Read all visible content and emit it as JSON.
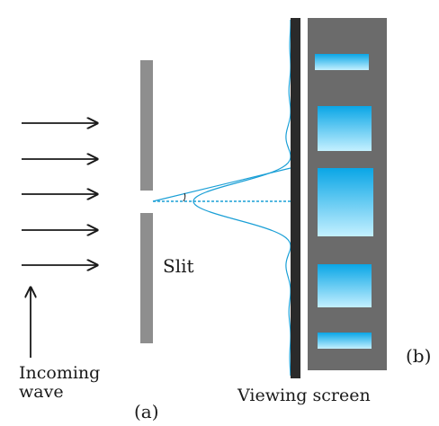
{
  "labels": {
    "slit": "Slit",
    "incoming_line1": "Incoming",
    "incoming_line2": "wave",
    "part_a": "(a)",
    "viewing_screen": "Viewing screen",
    "part_b": "(b)"
  },
  "colors": {
    "barrier": "#8e8e8e",
    "screen": "#2a2a2a",
    "pattern_panel": "#6b6b6b",
    "fringe_top": "#0aa6e6",
    "fringe_bottom": "#bfefff",
    "intensity_curve": "#1a9fd6",
    "arrow": "#1a1a1a"
  },
  "icons": {
    "incoming_arrows": "right-arrow-icon",
    "vertical_arrow": "up-arrow-icon"
  }
}
